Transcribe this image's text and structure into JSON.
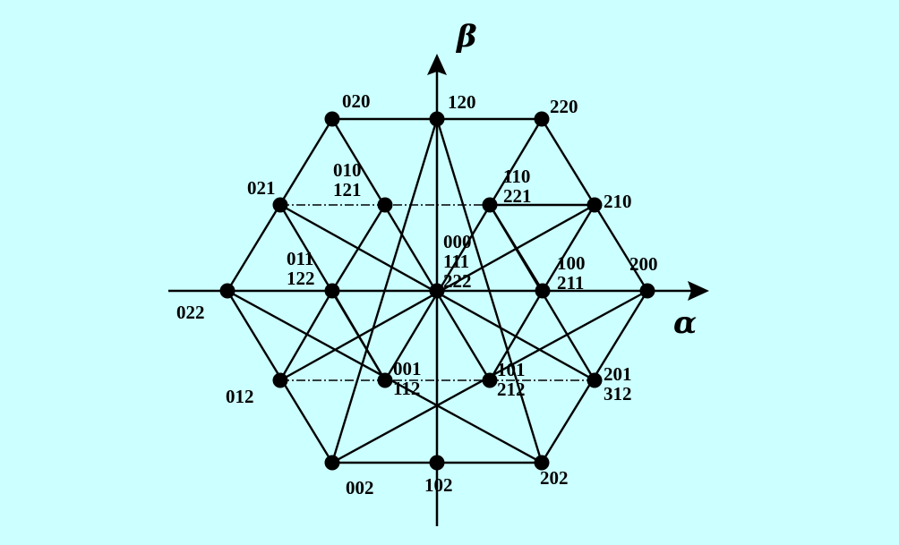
{
  "diagram": {
    "axes": {
      "horizontal": "α",
      "vertical": "β"
    },
    "vectors": [
      {
        "id": "v000",
        "labels": [
          "000",
          "111",
          "222"
        ]
      },
      {
        "id": "v100",
        "labels": [
          "100",
          "211"
        ]
      },
      {
        "id": "v110",
        "labels": [
          "110",
          "221"
        ]
      },
      {
        "id": "v010",
        "labels": [
          "010",
          "121"
        ]
      },
      {
        "id": "v011",
        "labels": [
          "011",
          "122"
        ]
      },
      {
        "id": "v001",
        "labels": [
          "001",
          "112"
        ]
      },
      {
        "id": "v101",
        "labels": [
          "101",
          "212"
        ]
      },
      {
        "id": "v200",
        "labels": [
          "200"
        ]
      },
      {
        "id": "v210",
        "labels": [
          "210"
        ]
      },
      {
        "id": "v220",
        "labels": [
          "220"
        ]
      },
      {
        "id": "v120",
        "labels": [
          "120"
        ]
      },
      {
        "id": "v020",
        "labels": [
          "020"
        ]
      },
      {
        "id": "v021",
        "labels": [
          "021"
        ]
      },
      {
        "id": "v022",
        "labels": [
          "022"
        ]
      },
      {
        "id": "v012",
        "labels": [
          "012"
        ]
      },
      {
        "id": "v002",
        "labels": [
          "002"
        ]
      },
      {
        "id": "v102",
        "labels": [
          "102"
        ]
      },
      {
        "id": "v202",
        "labels": [
          "202"
        ]
      },
      {
        "id": "v201",
        "labels": [
          "201",
          "312"
        ]
      }
    ]
  }
}
